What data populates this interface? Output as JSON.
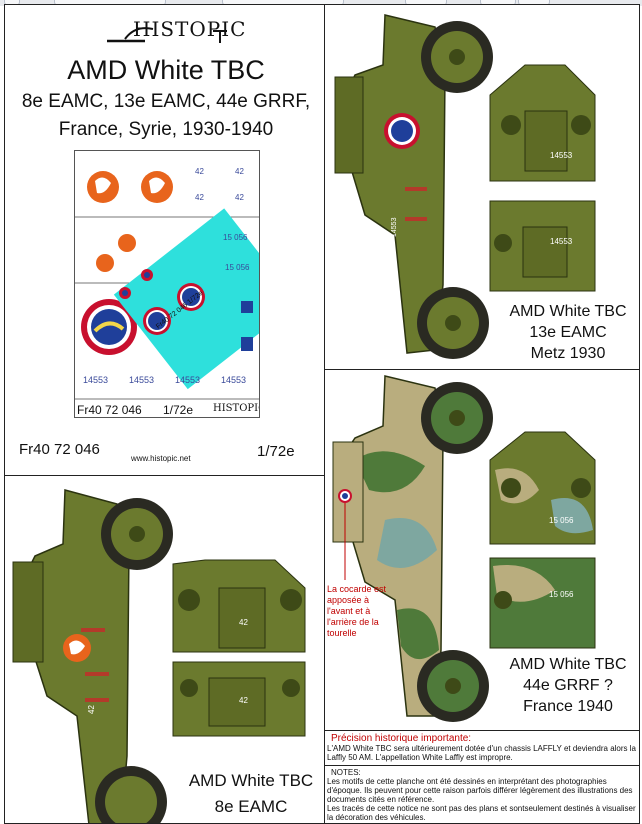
{
  "header": {
    "logo_text": "HISTOPIC",
    "title": "AMD White TBC",
    "units": "8e EAMC, 13e EAMC, 44e GRRF,",
    "places": "France, Syrie, 1930-1940"
  },
  "decal_sheet": {
    "rows": [
      [
        "42",
        "42",
        "42",
        "42"
      ],
      [
        "15 056",
        "15 056"
      ],
      [
        "14553",
        "14553",
        "14553",
        "14553"
      ]
    ],
    "sheet_reference": "Fr40 72 046",
    "scale": "1/72e",
    "overlay_reference": "Fr40 72 046",
    "overlay_scale": "1/72e"
  },
  "footer": {
    "reference": "Fr40 72 046",
    "website": "www.histopic.net",
    "scale": "1/72e"
  },
  "variants": [
    {
      "line1": "AMD  White TBC",
      "line2": "13e EAMC",
      "line3": "Metz 1930",
      "serial": "14553"
    },
    {
      "line1": "AMD  White TBC",
      "line2": "44e GRRF ?",
      "line3": "France  1940",
      "serial": "15 056"
    },
    {
      "line1": "AMD  White TBC",
      "line2": "8e EAMC",
      "line3": "",
      "serial": "42"
    }
  ],
  "callout": {
    "text": "La cocarde est apposée à l'avant et à l'arrière de la tourelle"
  },
  "notes": {
    "history_title": "Précision historique importante:",
    "history_text": "L'AMD White TBC sera ultérieurement dotée d'un chassis LAFFLY et deviendra alors la Laffly 50 AM. L'appellation White Laffly est impropre.",
    "notes_title": "NOTES:",
    "notes_text_1": "Les motifs de cette planche ont été dessinés en interprétant des photographies d'époque. Ils peuvent pour cette raison parfois différer légèrement des illustrations des documents cités en référence.",
    "notes_text_2": "Les tracés de cette notice ne sont pas des plans et sontseulement destinés à visualiser la décoration des véhicules."
  },
  "colors": {
    "olive": "#6b7a2e",
    "olive_dark": "#3e4a17",
    "camo_light": "#b9ad7e",
    "camo_green": "#4f7a3a",
    "camo_blue": "#7ea7a0",
    "decal_cyan": "#2ee0dc",
    "roundel_blue": "#1f3f9a",
    "roundel_red": "#c8102e",
    "note_red": "#c00000"
  }
}
